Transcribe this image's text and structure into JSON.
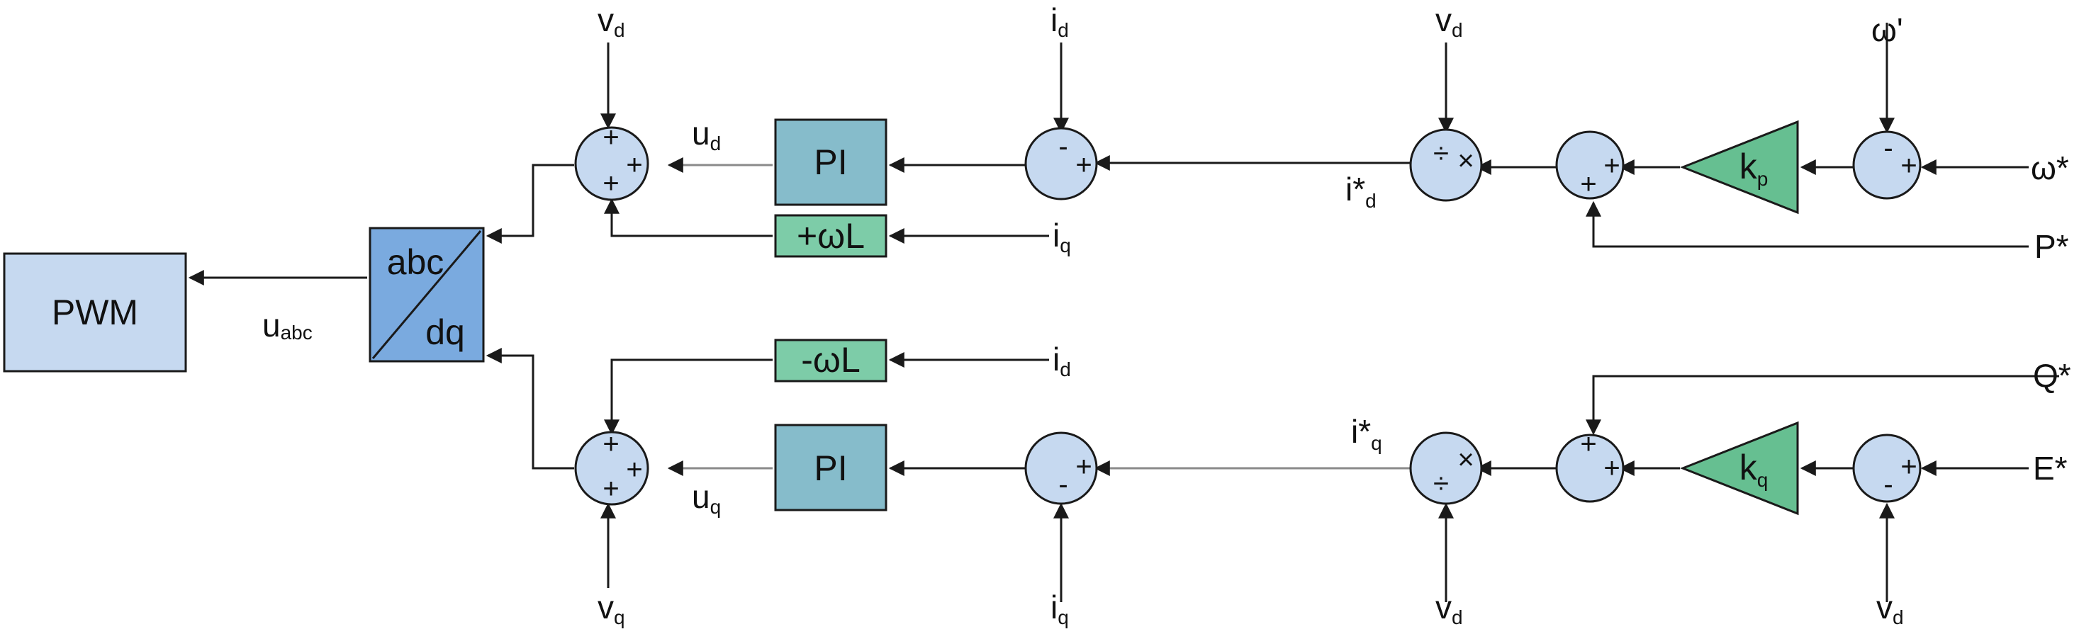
{
  "colors": {
    "pwm_fill": "#c6d9f0",
    "transform_fill": "#7aaadf",
    "pi_fill": "#86bccb",
    "wl_fill": "#7dcca8",
    "gain_fill": "#66bf91",
    "sum_fill": "#c6d9f0",
    "line": "#1a1a1a"
  },
  "blocks": {
    "pwm": "PWM",
    "transform_top": "abc",
    "transform_bottom": "dq",
    "pi_d": "PI",
    "pi_q": "PI",
    "wl_plus": "+ωL",
    "wl_minus": "-ωL",
    "kp_main": "k",
    "kp_sub": "p",
    "kq_main": "k",
    "kq_sub": "q"
  },
  "signals": {
    "u_abc": {
      "main": "u",
      "sub": "abc"
    },
    "u_d": {
      "main": "u",
      "sub": "d"
    },
    "u_q": {
      "main": "u",
      "sub": "q"
    },
    "v_d": {
      "main": "v",
      "sub": "d"
    },
    "v_q": {
      "main": "v",
      "sub": "q"
    },
    "i_d": {
      "main": "i",
      "sub": "d"
    },
    "i_q": {
      "main": "i",
      "sub": "q"
    },
    "i_star_d": {
      "main": "i*",
      "sub": "d"
    },
    "i_star_q": {
      "main": "i*",
      "sub": "q"
    },
    "omega_prime": "ω'",
    "omega_star": "ω*",
    "p_star": "P*",
    "q_star": "Q*",
    "e_star": "E*"
  },
  "signs": {
    "plus": "+",
    "minus": "-",
    "times": "×",
    "divide": "÷"
  }
}
